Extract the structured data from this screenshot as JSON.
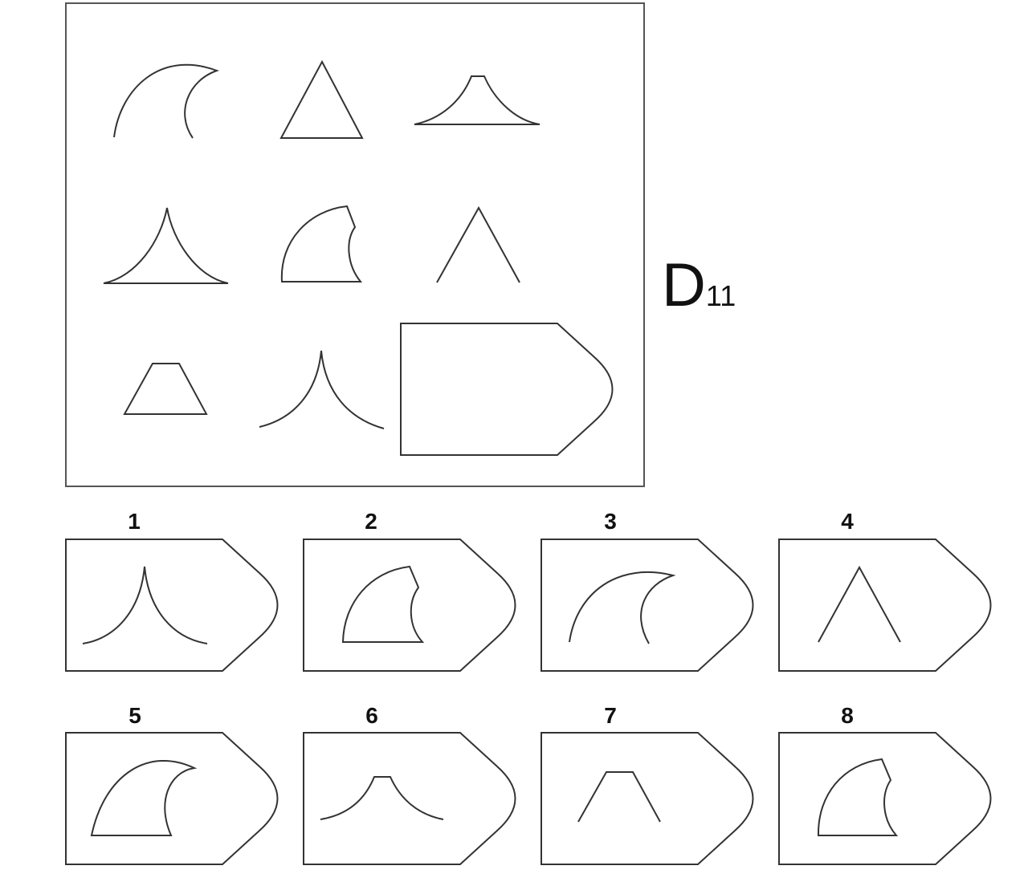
{
  "puzzle": {
    "letter": "D",
    "number": "11"
  },
  "matrix": {
    "cells": [
      {
        "row": 1,
        "col": 1,
        "figure": "wave-arc-open"
      },
      {
        "row": 1,
        "col": 2,
        "figure": "triangle"
      },
      {
        "row": 1,
        "col": 3,
        "figure": "cusp-flat-top-closed"
      },
      {
        "row": 2,
        "col": 1,
        "figure": "cusp-peak-closed"
      },
      {
        "row": 2,
        "col": 2,
        "figure": "shark-fin-flat-top"
      },
      {
        "row": 2,
        "col": 3,
        "figure": "chevron-open"
      },
      {
        "row": 3,
        "col": 1,
        "figure": "trapezoid"
      },
      {
        "row": 3,
        "col": 2,
        "figure": "cusp-peak-open"
      },
      {
        "row": 3,
        "col": 3,
        "figure": "missing-answer-slot"
      }
    ]
  },
  "options": [
    {
      "number": "1",
      "figure": "cusp-peak-open"
    },
    {
      "number": "2",
      "figure": "shark-fin-flat-top"
    },
    {
      "number": "3",
      "figure": "wave-arc-open"
    },
    {
      "number": "4",
      "figure": "chevron-open"
    },
    {
      "number": "5",
      "figure": "wave-arc-closed"
    },
    {
      "number": "6",
      "figure": "cusp-flat-top-open"
    },
    {
      "number": "7",
      "figure": "trapezoid-open"
    },
    {
      "number": "8",
      "figure": "shark-fin-flat-top"
    }
  ]
}
